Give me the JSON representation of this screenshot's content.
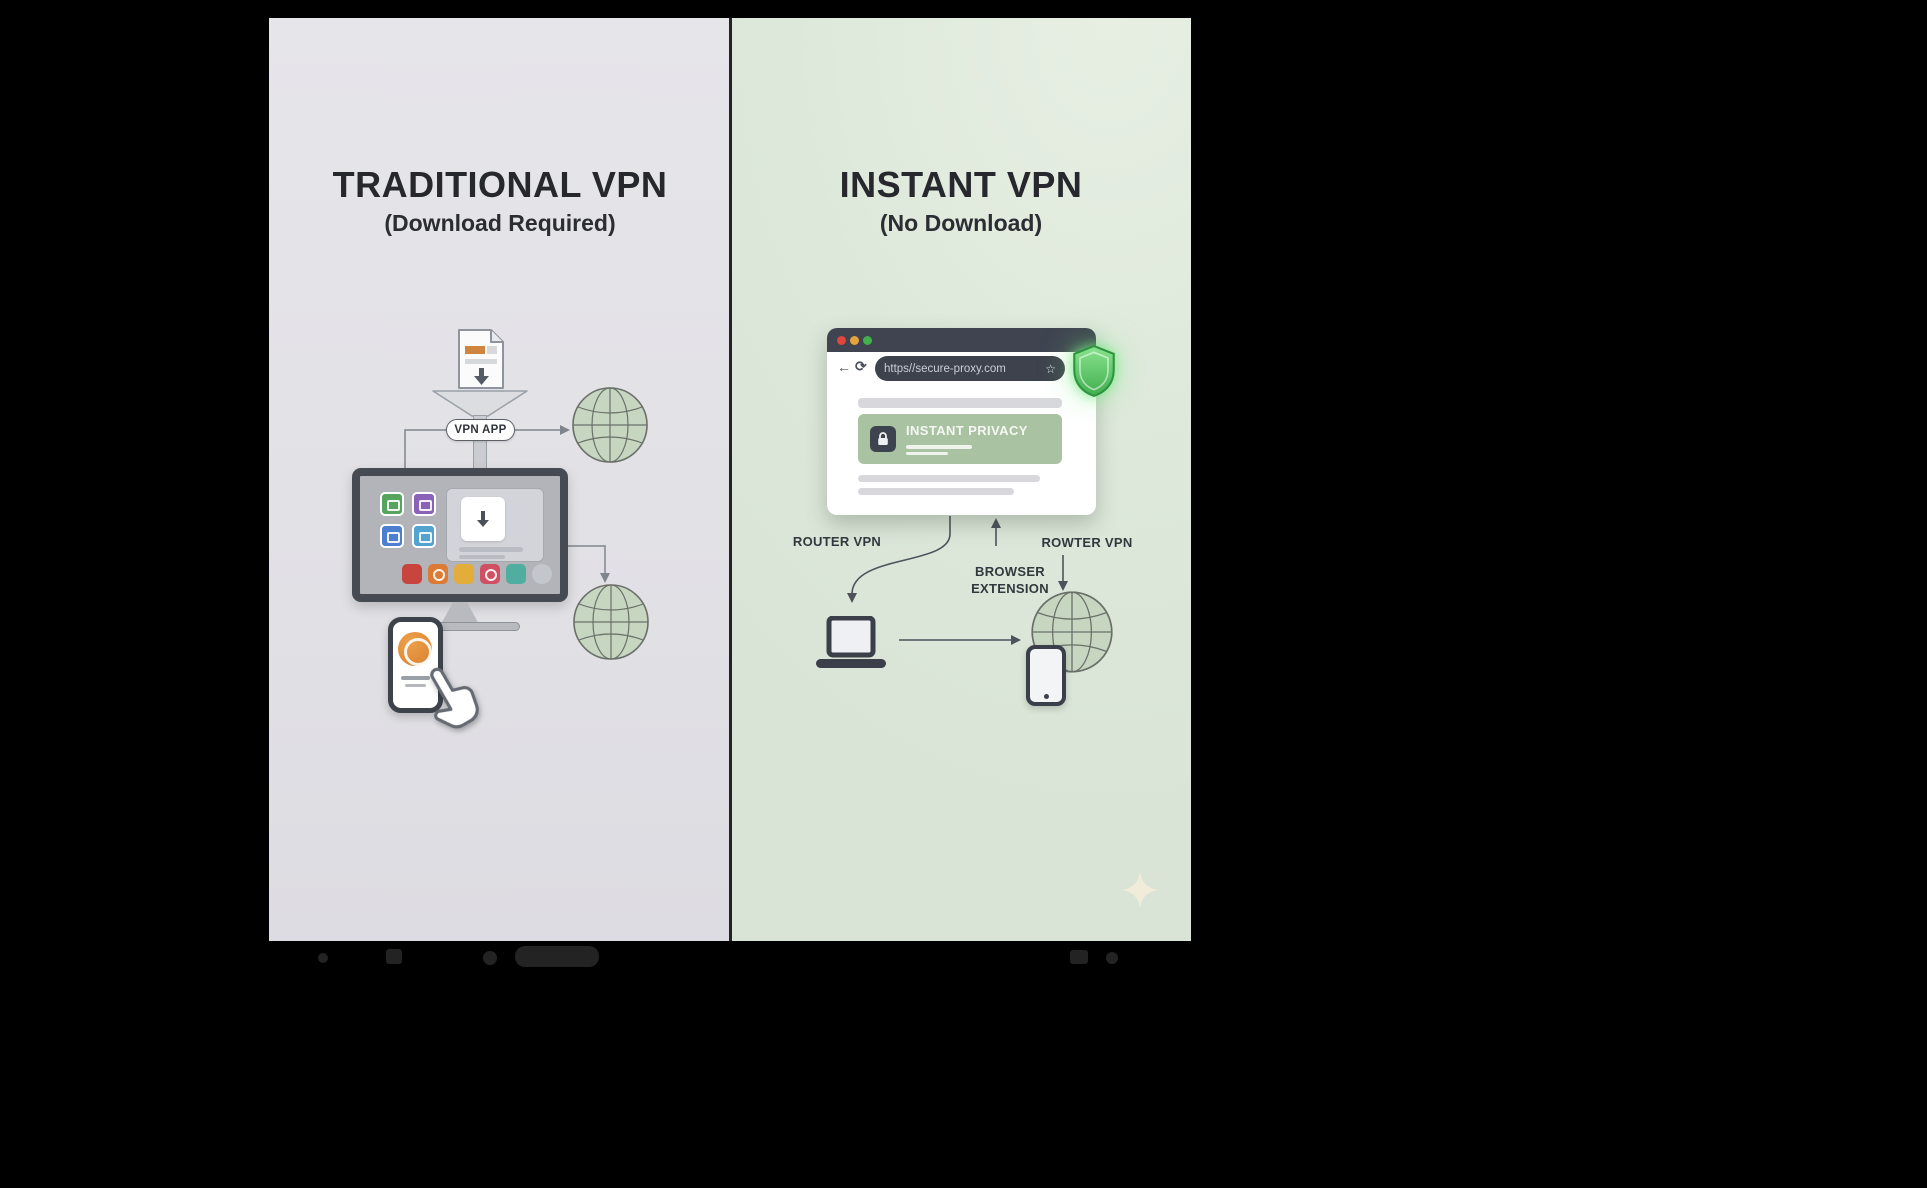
{
  "poster": {
    "left": {
      "title": "TRADITIONAL VPN",
      "subtitle": "(Download Required)",
      "vpn_app_badge": "VPN APP"
    },
    "right": {
      "title": "INSTANT VPN",
      "subtitle": "(No Download)",
      "browser": {
        "back_icon": "←",
        "refresh_icon": "⟳",
        "url": "https//secure-proxy.com",
        "bookmark_star_icon": "☆",
        "privacy_badge": "INSTANT PRIVACY"
      },
      "labels": {
        "router_vpn": "ROUTER VPN",
        "rowter_vpn": "ROWTER VPN",
        "browser_extension_line1": "BROWSER",
        "browser_extension_line2": "EXTENSION"
      }
    },
    "colors": {
      "left_background": "#e3e2e7",
      "right_background": "#dde8da",
      "divider": "#232327",
      "shield_green": "#4fc45c",
      "privacy_panel_green": "#a9c2a2",
      "globe_green": "#c7d6c1",
      "phone_app_orange": "#e0883a",
      "browser_chrome_dark": "#3f4450",
      "viewer_background": "#000000"
    }
  }
}
